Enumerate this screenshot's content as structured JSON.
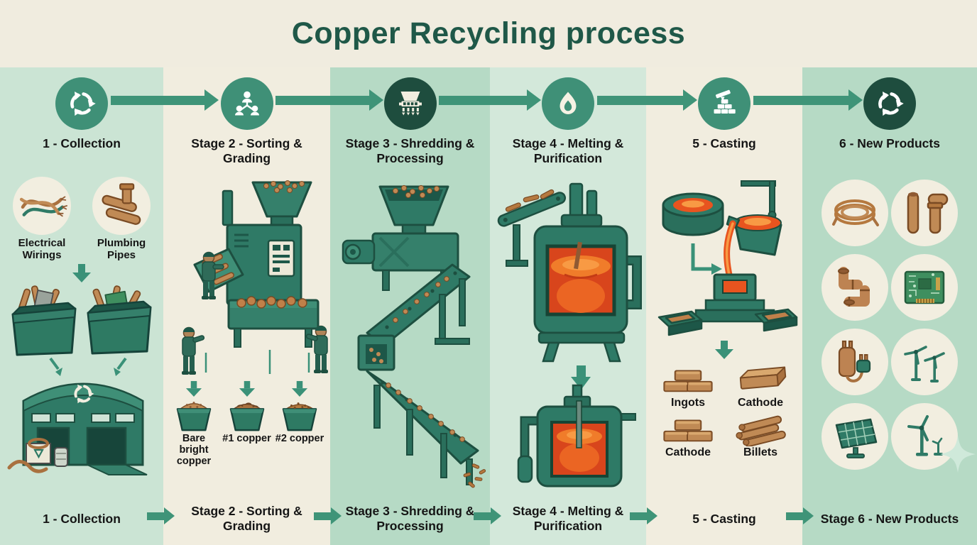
{
  "title": "Copper Recycling process",
  "stages": [
    {
      "num": "1",
      "top_label": "1 - Collection",
      "bottom_label": "1 - Collection",
      "icon": "recycle-icon"
    },
    {
      "num": "2",
      "top_label": "Stage 2 - Sorting & Grading",
      "bottom_label": "Stage 2 - Sorting & Grading",
      "icon": "sorting-people-icon"
    },
    {
      "num": "3",
      "top_label": "Stage 3 - Shredding & Processing",
      "bottom_label": "Stage 3 - Shredding & Processing",
      "icon": "shredder-icon"
    },
    {
      "num": "4",
      "top_label": "Stage 4 - Melting & Purification",
      "bottom_label": "Stage 4 - Melting & Purification",
      "icon": "flame-icon"
    },
    {
      "num": "5",
      "top_label": "5 - Casting",
      "bottom_label": "5 - Casting",
      "icon": "casting-icon"
    },
    {
      "num": "6",
      "top_label": "6 - New Products",
      "bottom_label": "Stage 6 - New Products",
      "icon": "recycle-icon"
    }
  ],
  "collection": {
    "sources": [
      {
        "label": "Electrical Wirings",
        "icon": "copper-wires-icon"
      },
      {
        "label": "Plumbing Pipes",
        "icon": "copper-pipes-icon"
      }
    ]
  },
  "sorting": {
    "grades": [
      {
        "label": "Bare bright copper"
      },
      {
        "label": "#1 copper"
      },
      {
        "label": "#2 copper"
      }
    ]
  },
  "casting": {
    "products": [
      {
        "label": "Ingots"
      },
      {
        "label": "Cathode"
      },
      {
        "label": "Cathode"
      },
      {
        "label": "Billets"
      }
    ]
  },
  "new_products": {
    "items": [
      "copper-wire-coil",
      "copper-pipes",
      "pipe-fittings",
      "circuit-board",
      "electric-plug-heater",
      "wind-turbines",
      "solar-panel",
      "wind-turbine"
    ]
  },
  "colors": {
    "title_green": "#1f5848",
    "teal_dark": "#1e4d3e",
    "teal": "#2f7a66",
    "teal_mid": "#3f9077",
    "arrow_green": "#3f9478",
    "copper": "#c08a55",
    "molten_orange": "#e8541f",
    "cream": "#f1eddf",
    "column_light_green": "#cbe4d4",
    "column_mid_green": "#b6dac5",
    "column_pale_green": "#d3e8da"
  }
}
